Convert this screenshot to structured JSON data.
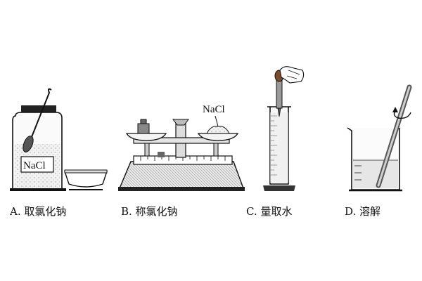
{
  "panels": [
    {
      "label": "A. 取氯化钠",
      "tag": "NaCl"
    },
    {
      "label": "B. 称氯化钠",
      "tag": "NaCl"
    },
    {
      "label": "C. 量取水",
      "tag": ""
    },
    {
      "label": "D. 溶解",
      "tag": ""
    }
  ],
  "colors": {
    "ink": "#111111",
    "fill_gray": "#cfcfcf",
    "liquid": "#e6e6e6",
    "dropper": "#7a7a7a"
  }
}
